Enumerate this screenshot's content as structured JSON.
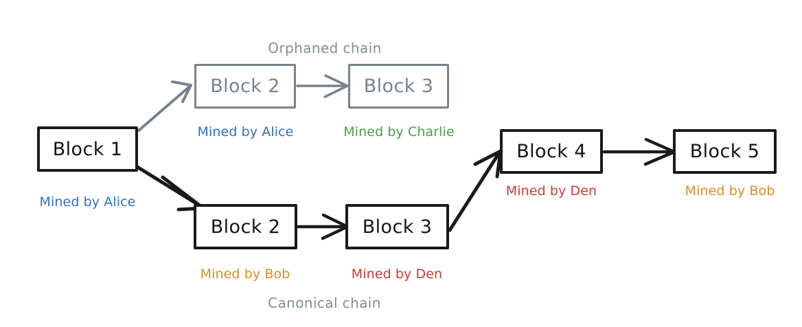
{
  "diagram": {
    "title_orphaned": "Orphaned chain",
    "title_canonical": "Canonical chain",
    "background": "#ffffff",
    "colors": {
      "solid_stroke": "#1a1a1a",
      "ghost_stroke": "#78828d",
      "alice": "#2f6ec4",
      "charlie": "#4a9e48",
      "bob": "#dd8a24",
      "den": "#cc3b33",
      "chain_label": "#828c96"
    },
    "blocks": [
      {
        "id": "block1",
        "label": "Block 1",
        "style": "solid",
        "miner": "Mined by Alice",
        "miner_color": "#2f6ec4"
      },
      {
        "id": "orphan-block2",
        "label": "Block 2",
        "style": "ghost",
        "miner": "Mined by Alice",
        "miner_color": "#2f6ec4"
      },
      {
        "id": "orphan-block3",
        "label": "Block 3",
        "style": "ghost",
        "miner": "Mined by Charlie",
        "miner_color": "#4a9e48"
      },
      {
        "id": "canonical-block2",
        "label": "Block 2",
        "style": "solid",
        "miner": "Mined by Bob",
        "miner_color": "#dd8a24"
      },
      {
        "id": "canonical-block3",
        "label": "Block 3",
        "style": "solid",
        "miner": "Mined by Den",
        "miner_color": "#cc3b33"
      },
      {
        "id": "block4",
        "label": "Block 4",
        "style": "solid",
        "miner": "Mined by Den",
        "miner_color": "#cc3b33"
      },
      {
        "id": "block5",
        "label": "Block 5",
        "style": "solid",
        "miner": "Mined by Bob",
        "miner_color": "#dd8a24"
      }
    ],
    "edges": [
      {
        "from": "block1",
        "to": "orphan-block2",
        "style": "ghost"
      },
      {
        "from": "orphan-block2",
        "to": "orphan-block3",
        "style": "ghost"
      },
      {
        "from": "block1",
        "to": "canonical-block2",
        "style": "solid"
      },
      {
        "from": "canonical-block2",
        "to": "canonical-block3",
        "style": "solid"
      },
      {
        "from": "canonical-block3",
        "to": "block4",
        "style": "solid"
      },
      {
        "from": "block4",
        "to": "block5",
        "style": "solid"
      }
    ]
  }
}
